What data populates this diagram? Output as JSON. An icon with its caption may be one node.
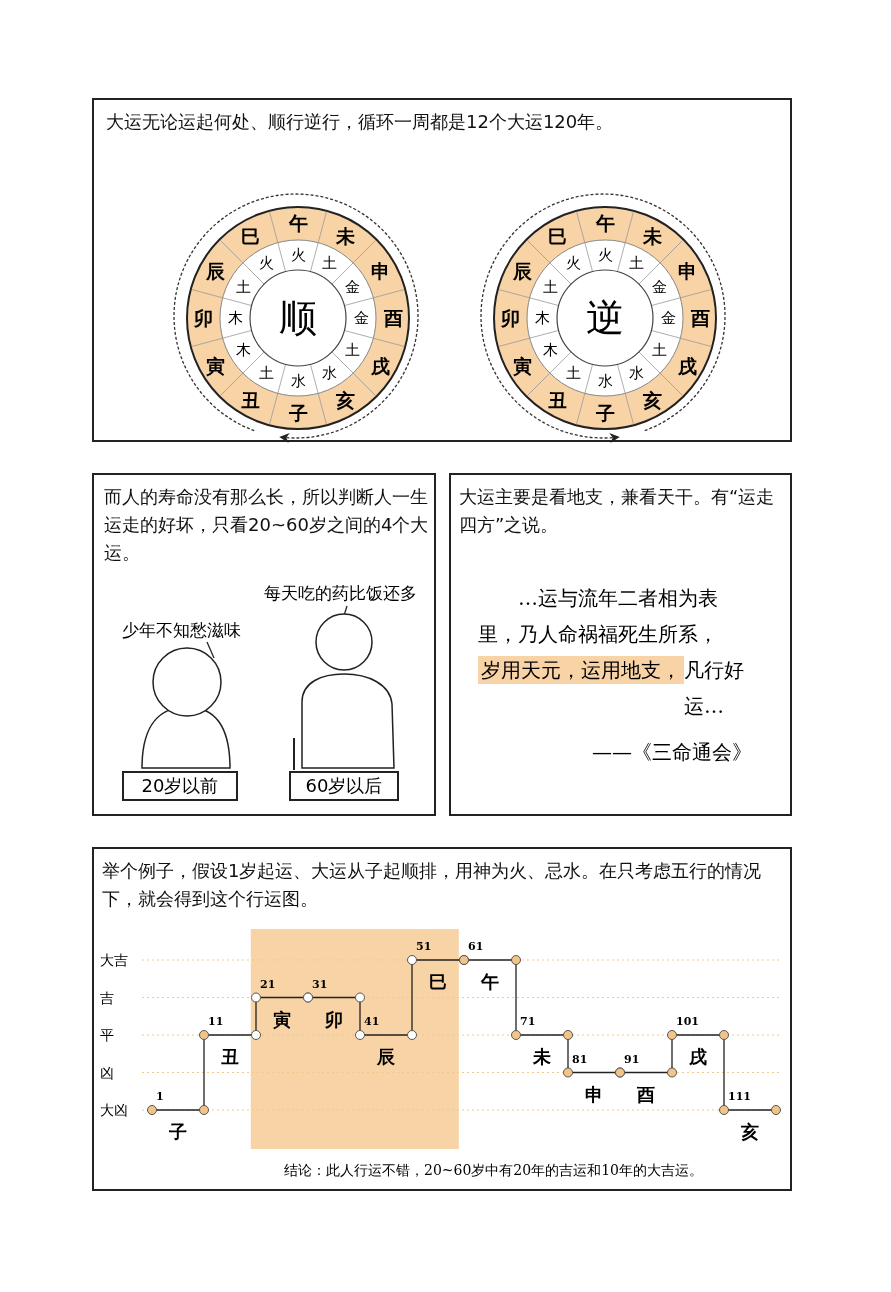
{
  "diagram": {
    "nodes": [
      {
        "text": [
          "大运无论运起何处、顺行逆行，循环一周都是12个大运120年。"
        ]
      },
      {
        "text": [
          "顺"
        ],
        "in": 0
      },
      {
        "text": [
          "逆"
        ],
        "in": 0
      },
      {
        "text": [
          "而人的寿命没有那么长，所以判断人一生运走的好坏，只看20~60岁之间的4个大运。"
        ]
      },
      {
        "text": [
          "20岁以前"
        ],
        "in": 3
      },
      {
        "text": [
          "60岁以后"
        ],
        "in": 3
      },
      {
        "text": [
          "大运主要是看地支，兼看天干。有“运走四方”之说。"
        ]
      },
      {
        "text": [
          "举个例子，假设1岁起运、大运从子起顺排，用神为火、忌水。在只考虑五行的情况下，就会得到这个行运图。"
        ]
      }
    ],
    "labels": [
      "午",
      "未",
      "申",
      "酉",
      "戌",
      "亥",
      "子",
      "丑",
      "寅",
      "卯",
      "辰",
      "巳",
      "火",
      "土",
      "金",
      "金",
      "土",
      "水",
      "水",
      "土",
      "木",
      "木",
      "土",
      "火",
      "午",
      "未",
      "申",
      "酉",
      "戌",
      "亥",
      "子",
      "丑",
      "寅",
      "卯",
      "辰",
      "巳",
      "火",
      "土",
      "金",
      "金",
      "土",
      "水",
      "水",
      "土",
      "木",
      "木",
      "土",
      "火",
      "每天吃的药比饭还多",
      "少年不知愁滋味",
      "…运与流年二者相为表里，乃人命祸福死生所系，",
      "岁用天元，运用地支，",
      "凡行好运…",
      "——《三命通会》",
      "大吉",
      "吉",
      "平",
      "凶",
      "大凶",
      "1",
      "11",
      "21",
      "31",
      "41",
      "51",
      "61",
      "71",
      "81",
      "91",
      "101",
      "111",
      "子",
      "丑",
      "寅",
      "卯",
      "辰",
      "巳",
      "午",
      "未",
      "申",
      "酉",
      "戌",
      "亥",
      "结论：此人行运不错，20~60岁中有20年的吉运和10年的大吉运。"
    ]
  }
}
